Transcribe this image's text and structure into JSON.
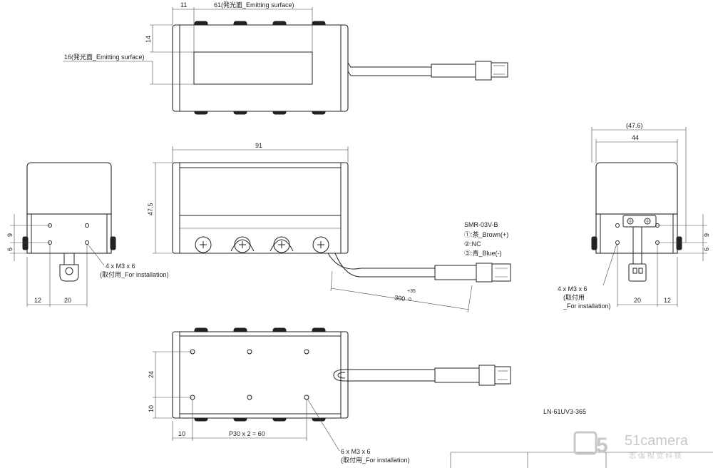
{
  "dimensions": {
    "top_emit_width": "61(発光面_Emitting surface)",
    "top_offset": "11",
    "top_emit_height": "14",
    "emit_surface_side": "16(発光面_Emitting surface)",
    "front_width": "91",
    "front_height": "47.5",
    "cable_length": "300",
    "cable_tol_upper": "+35",
    "cable_tol_lower": "0",
    "left_vert_1": "9",
    "left_vert_2": "6",
    "left_horiz_1": "12",
    "left_horiz_2": "20",
    "right_overall": "(47.6)",
    "right_width": "44",
    "right_vert_1": "9",
    "right_vert_2": "6",
    "right_horiz_1": "20",
    "right_horiz_2": "12",
    "bottom_vert_1": "24",
    "bottom_vert_2": "10",
    "bottom_horiz_1": "10",
    "bottom_pitch": "P30 x 2 = 60"
  },
  "notes": {
    "left_holes_line1": "4 x M3 x 6",
    "left_holes_line2": "(取付用_For installation)",
    "right_holes_line1": "4 x M3 x 6",
    "right_holes_line2": "(取付用",
    "right_holes_line3": "_For installation)",
    "bottom_holes_line1": "6 x M3 x 6",
    "bottom_holes_line2": "(取付用_For installation)",
    "connector_model": "SMR-03V-B",
    "pin1": "①:茶_Brown(+)",
    "pin2": "②:NC",
    "pin3": "③:青_Blue(-)",
    "model_code": "LN-61UV3-365"
  },
  "watermark": {
    "brand": "51camera",
    "tagline": "志 强 视 觉 科 技"
  }
}
